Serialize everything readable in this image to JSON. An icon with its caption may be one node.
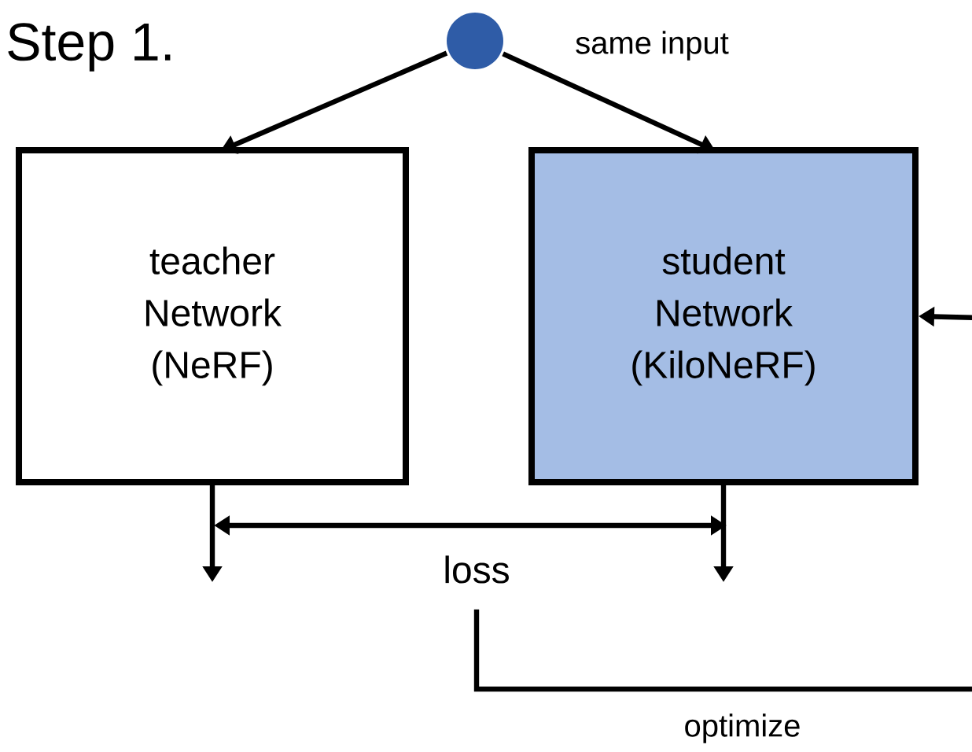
{
  "diagram": {
    "title": "Step 1.",
    "nodes": [
      {
        "text": [],
        "shape": "circle",
        "beside": [
          "same input"
        ]
      },
      {
        "text": [
          "teacher Network (NeRF)"
        ]
      },
      {
        "text": [
          "student Network (KiloNeRF)"
        ]
      },
      {
        "text": [
          "loss"
        ]
      }
    ],
    "edges": [
      {
        "from": 0,
        "to": 1,
        "arrow": "to"
      },
      {
        "from": 0,
        "to": 2,
        "arrow": "to"
      },
      {
        "from": 1,
        "to": null,
        "arrow": "to"
      },
      {
        "from": 2,
        "to": null,
        "arrow": "to"
      },
      {
        "from": 3,
        "to": 2,
        "arrow": "to",
        "label": "optimize"
      }
    ]
  }
}
